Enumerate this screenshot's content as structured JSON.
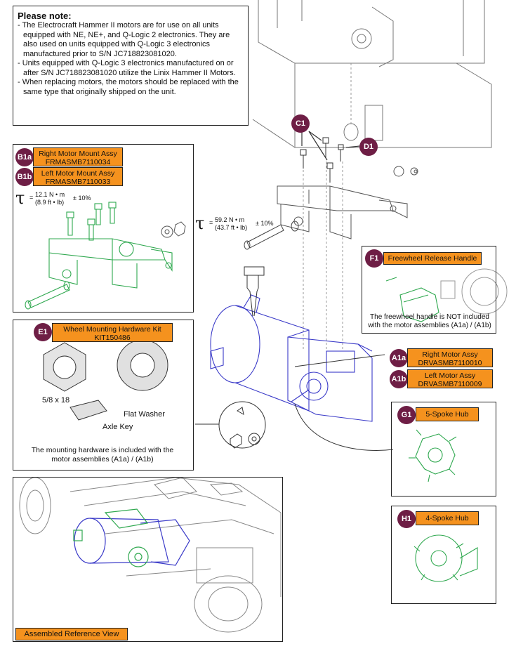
{
  "note": {
    "title": "Please note:",
    "items": [
      "- The Electrocraft Hammer II motors are for use on all units equipped with NE, NE+, and Q-Logic 2 electronics. They are also used on units equipped with Q-Logic 3 electronics manufactured prior to S/N JC718823081020.",
      "- Units equipped with Q-Logic 3 electronics manufactured on or after S/N JC718823081020 utilize the Linix Hammer II Motors.",
      "- When replacing motors, the motors should be replaced with the same type that originally shipped on the unit."
    ]
  },
  "callouts": {
    "c1": "C1",
    "d1": "D1",
    "b1a": "B1a",
    "b1b": "B1b",
    "f1": "F1",
    "e1": "E1",
    "a1a": "A1a",
    "a1b": "A1b",
    "g1": "G1",
    "h1": "H1"
  },
  "labels": {
    "b1a_name": "Right Motor Mount Assy",
    "b1a_part": "FRMASMB7110034",
    "b1b_name": "Left Motor Mount Assy",
    "b1b_part": "FRMASMB7110033",
    "f1_name": "Freewheel Release Handle",
    "e1_name": "Wheel Mounting Hardware Kit",
    "e1_part": "KIT150486",
    "a1a_name": "Right Motor Assy",
    "a1a_part": "DRVASMB7110010",
    "a1b_name": "Left Motor Assy",
    "a1b_part": "DRVASMB7110009",
    "g1_name": "5-Spoke Hub",
    "h1_name": "4-Spoke Hub",
    "assembled": "Assembled Reference View"
  },
  "torque": {
    "symbol": "τ",
    "t1_nm": "12.1 N • m",
    "t1_ftlb": "(8.9 ft • lb)",
    "t1_tol": "± 10%",
    "t2_nm": "59.2 N • m",
    "t2_ftlb": "(43.7 ft • lb)",
    "t2_tol": "± 10%"
  },
  "hardware": {
    "nut": "5/8 x 18",
    "washer": "Flat Washer",
    "key": "Axle Key",
    "note": "The mounting hardware is included with the motor assemblies (A1a) / (A1b)"
  },
  "freewheel_note": "The freewheel handle is NOT included with the motor assemblies (A1a) / (A1b)",
  "colors": {
    "callout": "#6e1e45",
    "label": "#f5921e",
    "mount_green": "#2fa84f",
    "motor_blue": "#3a3ac8"
  }
}
